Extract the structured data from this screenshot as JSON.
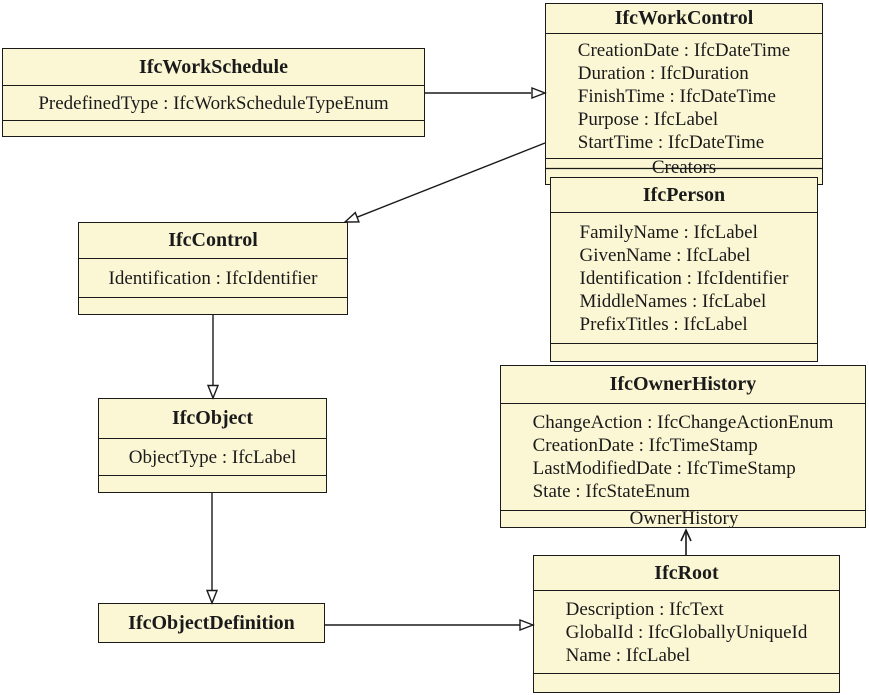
{
  "diagram": {
    "type": "uml-class-diagram",
    "colors": {
      "background": "#ffffff",
      "box_fill": "#fbf7d5",
      "border": "#1a1a1a",
      "text": "#1a1a1a"
    },
    "classes": {
      "workschedule": {
        "name": "IfcWorkSchedule",
        "attributes": [
          "PredefinedType : IfcWorkScheduleTypeEnum"
        ]
      },
      "workcontrol": {
        "name": "IfcWorkControl",
        "attributes": [
          "CreationDate : IfcDateTime",
          "Duration : IfcDuration",
          "FinishTime : IfcDateTime",
          "Purpose : IfcLabel",
          "StartTime : IfcDateTime"
        ]
      },
      "person": {
        "name": "IfcPerson",
        "attributes": [
          "FamilyName : IfcLabel",
          "GivenName : IfcLabel",
          "Identification : IfcIdentifier",
          "MiddleNames : IfcLabel",
          "PrefixTitles : IfcLabel"
        ]
      },
      "control": {
        "name": "IfcControl",
        "attributes": [
          "Identification : IfcIdentifier"
        ]
      },
      "object": {
        "name": "IfcObject",
        "attributes": [
          "ObjectType : IfcLabel"
        ]
      },
      "ownerhistory": {
        "name": "IfcOwnerHistory",
        "attributes": [
          "ChangeAction : IfcChangeActionEnum",
          "CreationDate : IfcTimeStamp",
          "LastModifiedDate : IfcTimeStamp",
          "State : IfcStateEnum"
        ]
      },
      "objectdefinition": {
        "name": "IfcObjectDefinition",
        "attributes": []
      },
      "root": {
        "name": "IfcRoot",
        "attributes": [
          "Description : IfcText",
          "GlobalId : IfcGloballyUniqueId",
          "Name : IfcLabel"
        ]
      }
    },
    "edge_labels": {
      "creators": "Creators",
      "owner_history": "OwnerHistory"
    }
  }
}
